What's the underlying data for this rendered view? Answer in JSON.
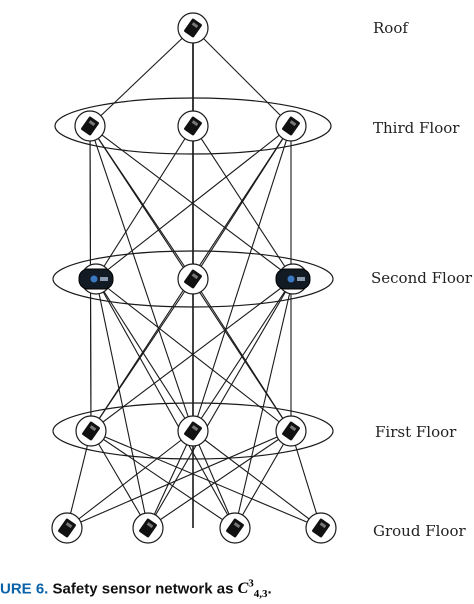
{
  "levels": [
    {
      "id": "roof",
      "label": "Roof",
      "nodes": 1,
      "grouped": false
    },
    {
      "id": "third",
      "label": "Third Floor",
      "nodes": 3,
      "grouped": true
    },
    {
      "id": "second",
      "label": "Second Floor",
      "nodes": 3,
      "grouped": true
    },
    {
      "id": "first",
      "label": "First Floor",
      "nodes": 3,
      "grouped": true
    },
    {
      "id": "ground",
      "label": "Groud Floor",
      "nodes": 4,
      "grouped": false
    }
  ],
  "edges": [
    [
      "roof.0",
      "third.0"
    ],
    [
      "roof.0",
      "third.1"
    ],
    [
      "roof.0",
      "third.2"
    ],
    [
      "roof.0",
      "second.1"
    ],
    [
      "roof.0",
      "first.1"
    ],
    [
      "third.0",
      "second.1"
    ],
    [
      "third.0",
      "second.2"
    ],
    [
      "third.1",
      "second.0"
    ],
    [
      "third.1",
      "second.2"
    ],
    [
      "third.2",
      "second.0"
    ],
    [
      "third.2",
      "second.1"
    ],
    [
      "third.0",
      "first.1"
    ],
    [
      "third.0",
      "first.2"
    ],
    [
      "third.2",
      "first.0"
    ],
    [
      "third.2",
      "first.1"
    ],
    [
      "third.0",
      "first.0"
    ],
    [
      "third.2",
      "first.2"
    ],
    [
      "second.0",
      "first.1"
    ],
    [
      "second.0",
      "first.2"
    ],
    [
      "second.1",
      "first.0"
    ],
    [
      "second.1",
      "first.2"
    ],
    [
      "second.2",
      "first.0"
    ],
    [
      "second.2",
      "first.1"
    ],
    [
      "second.0",
      "ground.1"
    ],
    [
      "second.0",
      "ground.2"
    ],
    [
      "second.2",
      "ground.1"
    ],
    [
      "second.2",
      "ground.2"
    ],
    [
      "first.0",
      "ground.0"
    ],
    [
      "first.0",
      "ground.1"
    ],
    [
      "first.0",
      "ground.2"
    ],
    [
      "first.0",
      "ground.3"
    ],
    [
      "first.1",
      "ground.0"
    ],
    [
      "first.1",
      "ground.1"
    ],
    [
      "first.1",
      "ground.2"
    ],
    [
      "first.1",
      "ground.3"
    ],
    [
      "first.2",
      "ground.0"
    ],
    [
      "first.2",
      "ground.1"
    ],
    [
      "first.2",
      "ground.2"
    ],
    [
      "first.2",
      "ground.3"
    ]
  ],
  "caption": {
    "label": "URE 6.",
    "text": "Safety sensor network as",
    "symbol": "C",
    "sup": "3",
    "sub": "4,3",
    "end": "."
  }
}
